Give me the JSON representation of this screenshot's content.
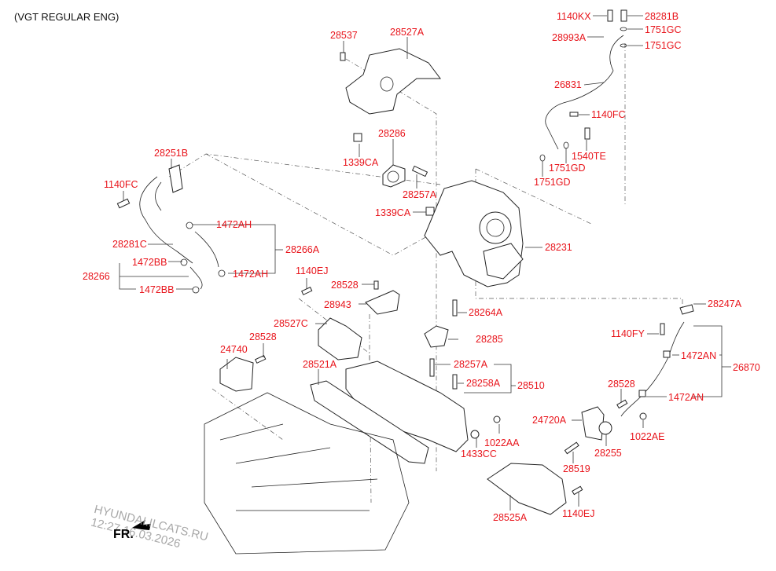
{
  "diagram": {
    "title": "(VGT REGULAR ENG)",
    "direction_label": "FR.",
    "watermark": {
      "line1": "HYUNDAI.ILCATS.RU",
      "line2": "12:27 16.03.2026"
    },
    "label_color": "#e8141b",
    "labels": [
      {
        "id": "28537",
        "text": "28537"
      },
      {
        "id": "28527A",
        "text": "28527A"
      },
      {
        "id": "1140KX",
        "text": "1140KX"
      },
      {
        "id": "28281B",
        "text": "28281B"
      },
      {
        "id": "1751GC_1",
        "text": "1751GC"
      },
      {
        "id": "28993A",
        "text": "28993A"
      },
      {
        "id": "1751GC_2",
        "text": "1751GC"
      },
      {
        "id": "26831",
        "text": "26831"
      },
      {
        "id": "1140FC_1",
        "text": "1140FC"
      },
      {
        "id": "1540TE",
        "text": "1540TE"
      },
      {
        "id": "1751GD_1",
        "text": "1751GD"
      },
      {
        "id": "1751GD_2",
        "text": "1751GD"
      },
      {
        "id": "28286",
        "text": "28286"
      },
      {
        "id": "1339CA_1",
        "text": "1339CA"
      },
      {
        "id": "28257A_1",
        "text": "28257A"
      },
      {
        "id": "1339CA_2",
        "text": "1339CA"
      },
      {
        "id": "28231",
        "text": "28231"
      },
      {
        "id": "28251B",
        "text": "28251B"
      },
      {
        "id": "1140FC_2",
        "text": "1140FC"
      },
      {
        "id": "1472AH_1",
        "text": "1472AH"
      },
      {
        "id": "28281C",
        "text": "28281C"
      },
      {
        "id": "28266A",
        "text": "28266A"
      },
      {
        "id": "1472BB_1",
        "text": "1472BB"
      },
      {
        "id": "1472AH_2",
        "text": "1472AH"
      },
      {
        "id": "28266",
        "text": "28266"
      },
      {
        "id": "1472BB_2",
        "text": "1472BB"
      },
      {
        "id": "1140EJ_1",
        "text": "1140EJ"
      },
      {
        "id": "28528_1",
        "text": "28528"
      },
      {
        "id": "28943",
        "text": "28943"
      },
      {
        "id": "28264A",
        "text": "28264A"
      },
      {
        "id": "28527C",
        "text": "28527C"
      },
      {
        "id": "28285",
        "text": "28285"
      },
      {
        "id": "28528_2",
        "text": "28528"
      },
      {
        "id": "24740",
        "text": "24740"
      },
      {
        "id": "28521A",
        "text": "28521A"
      },
      {
        "id": "28257A_2",
        "text": "28257A"
      },
      {
        "id": "28258A",
        "text": "28258A"
      },
      {
        "id": "28510",
        "text": "28510"
      },
      {
        "id": "1022AA",
        "text": "1022AA"
      },
      {
        "id": "1433CC",
        "text": "1433CC"
      },
      {
        "id": "28247A",
        "text": "28247A"
      },
      {
        "id": "1140FY",
        "text": "1140FY"
      },
      {
        "id": "1472AN_1",
        "text": "1472AN"
      },
      {
        "id": "26870",
        "text": "26870"
      },
      {
        "id": "28528_3",
        "text": "28528"
      },
      {
        "id": "1472AN_2",
        "text": "1472AN"
      },
      {
        "id": "24720A",
        "text": "24720A"
      },
      {
        "id": "1022AE",
        "text": "1022AE"
      },
      {
        "id": "28255",
        "text": "28255"
      },
      {
        "id": "28519",
        "text": "28519"
      },
      {
        "id": "28525A",
        "text": "28525A"
      },
      {
        "id": "1140EJ_2",
        "text": "1140EJ"
      }
    ]
  }
}
